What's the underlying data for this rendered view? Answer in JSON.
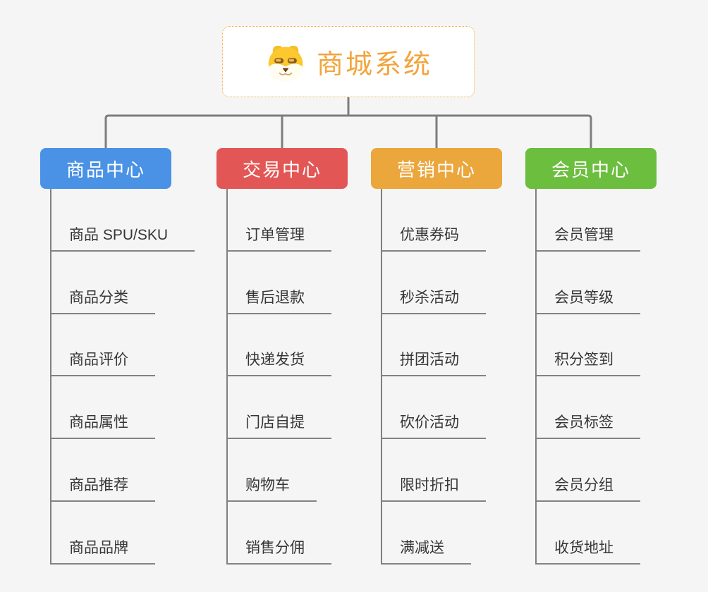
{
  "page": {
    "background": "#F5F5F5",
    "connector_color": "#7D7D7D"
  },
  "root": {
    "title": "商城系统",
    "icon": "shiba-dog-icon",
    "accent_color": "#F2A53C",
    "border_color": "#F2AA3E"
  },
  "branches": [
    {
      "label": "商品中心",
      "color": "#4A92E5",
      "children": [
        "商品 SPU/SKU",
        "商品分类",
        "商品评价",
        "商品属性",
        "商品推荐",
        "商品品牌"
      ]
    },
    {
      "label": "交易中心",
      "color": "#E25755",
      "children": [
        "订单管理",
        "售后退款",
        "快递发货",
        "门店自提",
        "购物车",
        "销售分佣"
      ]
    },
    {
      "label": "营销中心",
      "color": "#EBA63C",
      "children": [
        "优惠券码",
        "秒杀活动",
        "拼团活动",
        "砍价活动",
        "限时折扣",
        "满减送"
      ]
    },
    {
      "label": "会员中心",
      "color": "#6CBE3E",
      "children": [
        "会员管理",
        "会员等级",
        "积分签到",
        "会员标签",
        "会员分组",
        "收货地址"
      ]
    }
  ]
}
